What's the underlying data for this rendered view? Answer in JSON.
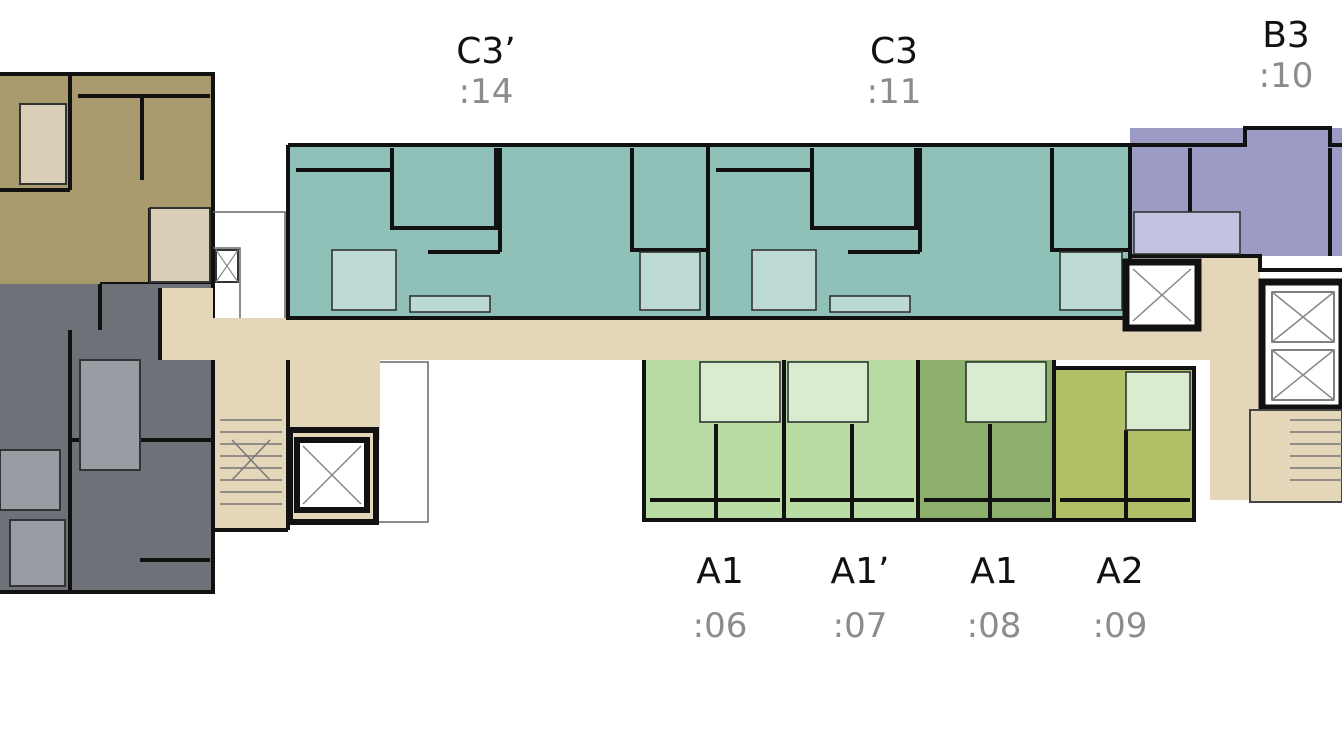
{
  "colors": {
    "corridor": "#e3d6b9",
    "unit_c3": "#8fc1b9",
    "unit_b3": "#9c9bc6",
    "unit_a1_light": "#b9dca5",
    "unit_a1_dark": "#8caf6c",
    "unit_a2": "#b1bf67",
    "unit_tan": "#a89a6d",
    "unit_gray": "#6f7179",
    "wall": "#111111"
  },
  "units": [
    {
      "id": "c3-prime",
      "type": "C3’",
      "number": ":14"
    },
    {
      "id": "c3",
      "type": "C3",
      "number": ":11"
    },
    {
      "id": "b3",
      "type": "B3",
      "number": ":10"
    },
    {
      "id": "a1-06",
      "type": "A1",
      "number": ":06"
    },
    {
      "id": "a1-prime-07",
      "type": "A1’",
      "number": ":07"
    },
    {
      "id": "a1-08",
      "type": "A1",
      "number": ":08"
    },
    {
      "id": "a2-09",
      "type": "A2",
      "number": ":09"
    }
  ]
}
